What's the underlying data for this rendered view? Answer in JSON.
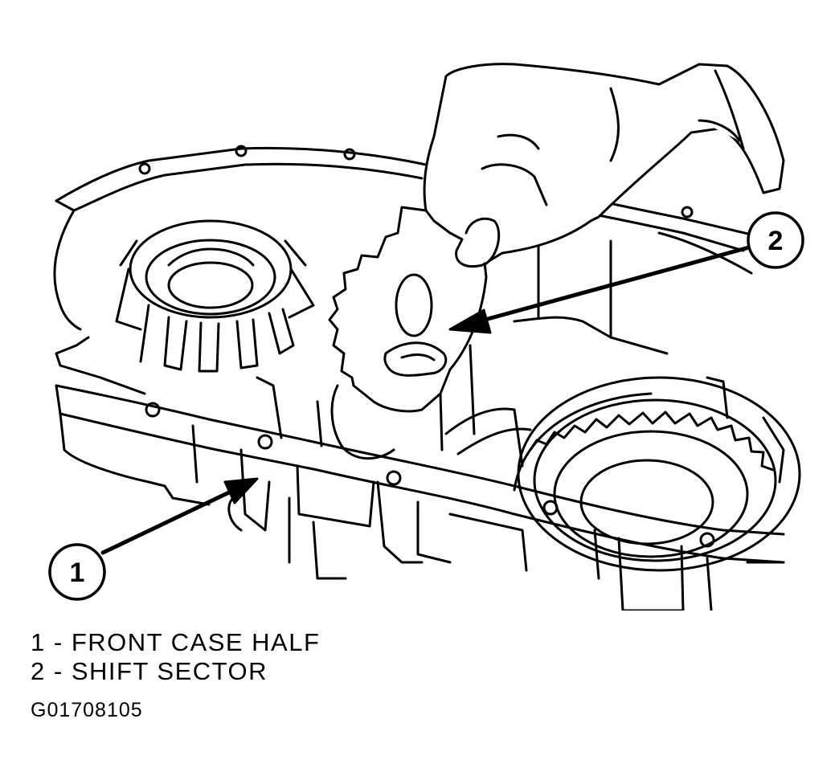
{
  "callouts": [
    {
      "number": "1",
      "part": "FRONT CASE HALF"
    },
    {
      "number": "2",
      "part": "SHIFT SECTOR"
    }
  ],
  "legend": [
    {
      "number": "1",
      "separator": " - ",
      "label": "FRONT CASE HALF"
    },
    {
      "number": "2",
      "separator": " - ",
      "label": "SHIFT SECTOR"
    }
  ],
  "figure_id": "G01708105",
  "colors": {
    "ink": "#000000",
    "paper": "#ffffff"
  }
}
